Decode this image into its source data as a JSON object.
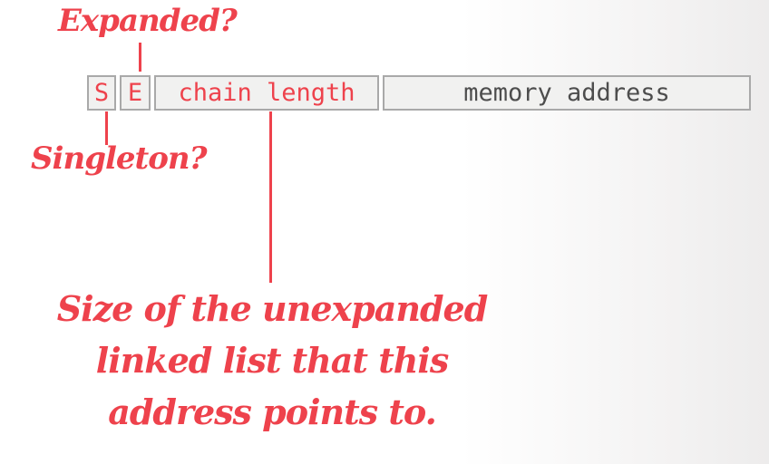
{
  "diagram": {
    "record_fields": {
      "singleton_flag": "S",
      "expanded_flag": "E",
      "chain_length": "chain length",
      "memory_address": "memory address"
    },
    "annotations": {
      "expanded_label": "Expanded?",
      "singleton_label": "Singleton?",
      "chain_note_line1": "Size of the unexpanded",
      "chain_note_line2": "linked list that this",
      "chain_note_line3": "address points to."
    },
    "colors": {
      "annotation_red": "#ee424c",
      "cell_fill": "#f1f1f0",
      "cell_border": "#a9a9a9",
      "memory_text_gray": "#4d4d4d",
      "background_right_gray": "#edecec"
    }
  }
}
